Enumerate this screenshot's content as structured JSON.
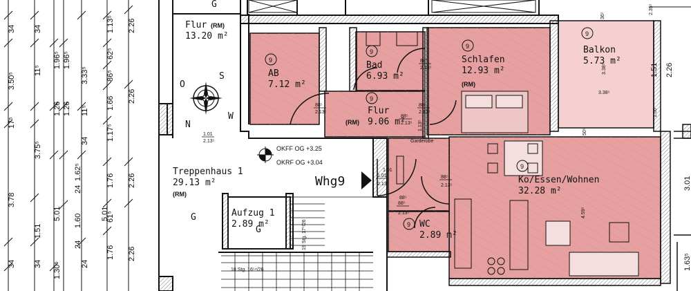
{
  "apartment_label": "Whg9",
  "rooms": [
    {
      "id": "flur-top",
      "name": "Flur",
      "tag": "(RM)",
      "area": "13.20 m²",
      "badge": ""
    },
    {
      "id": "ab",
      "name": "AB",
      "tag": "",
      "area": "7.12 m²",
      "badge": "9"
    },
    {
      "id": "bad",
      "name": "Bad",
      "tag": "",
      "area": "6.93 m²",
      "badge": "9"
    },
    {
      "id": "schlafen",
      "name": "Schlafen",
      "tag": "(RM)",
      "area": "12.93 m²",
      "badge": "9"
    },
    {
      "id": "balkon",
      "name": "Balkon",
      "tag": "",
      "area": "5.73 m²",
      "badge": "9"
    },
    {
      "id": "flur",
      "name": "Flur",
      "tag": "(RM)",
      "area": "9.06 m²",
      "badge": "9"
    },
    {
      "id": "treppenhaus",
      "name": "Treppenhaus 1",
      "tag": "(RM)",
      "area": "29.13 m²",
      "badge": ""
    },
    {
      "id": "aufzug",
      "name": "Aufzug 1",
      "tag": "",
      "area": "2.89 m²",
      "badge": ""
    },
    {
      "id": "wc",
      "name": "WC",
      "tag": "",
      "area": "2.89 m²",
      "badge": "9"
    },
    {
      "id": "ko-essen-wohnen",
      "name": "Ko/Essen/Wohnen",
      "tag": "",
      "area": "32.28 m²",
      "badge": "9"
    }
  ],
  "level_marks": {
    "okff": "OKFF OG +3.25",
    "okrf": "OKRF OG +3.04"
  },
  "compass": {
    "n": "N",
    "o": "O",
    "s": "S",
    "w": "W"
  },
  "g_labels": [
    "G",
    "G",
    "G"
  ],
  "annotations": {
    "garderobe": "Garderobe",
    "stairs_upper": "19 Stg. 17⁰/26",
    "stairs_lower": "18 Stg. 16⁵⁴/26"
  },
  "door_dims": [
    {
      "id": "door-treppe",
      "top": "1.01",
      "bottom": "2.13⁵"
    },
    {
      "id": "door-entry",
      "top": "1.01",
      "bottom": "2.13⁵"
    },
    {
      "id": "door-ab",
      "top": "88⁵",
      "bottom": "2.13⁵"
    },
    {
      "id": "door-flur-r",
      "top": "88⁵",
      "bottom": "2.13⁵"
    },
    {
      "id": "door-bad",
      "top": "88⁵",
      "bottom": "2.13⁵"
    },
    {
      "id": "door-flur-top",
      "top": "88⁵",
      "bottom": "2.13⁵"
    },
    {
      "id": "door-kitchen",
      "top": "88⁵",
      "bottom": "2.13⁵"
    },
    {
      "id": "door-wc",
      "top": "88⁵",
      "bottom": "2.13⁵"
    }
  ],
  "dim_columns": [
    {
      "id": "c1",
      "values": [
        "34",
        "3.50⁵",
        "17⁵",
        "3.78",
        "34"
      ]
    },
    {
      "id": "c2",
      "values": [
        "34",
        "11⁵",
        "3.75⁵",
        "1.51",
        "34"
      ]
    },
    {
      "id": "c3",
      "values": [
        "1.96⁵",
        "1.26",
        "5.01",
        "1.30⁵"
      ]
    },
    {
      "id": "c4",
      "values": [
        "1.96⁵",
        "1.26",
        "1.62⁵",
        "24",
        "1.60",
        "24"
      ]
    },
    {
      "id": "c5",
      "values": [
        "3.33⁵",
        "11⁵",
        "34",
        "5.01",
        "24"
      ]
    },
    {
      "id": "c6",
      "values": [
        "1.13⁵",
        "62⁵",
        "86⁵",
        "1.66",
        "1.17⁵",
        "1.76",
        "61⁵",
        "1.76"
      ]
    },
    {
      "id": "c7",
      "values": [
        "2.26",
        "2.26",
        "2.26",
        "2.26"
      ]
    }
  ],
  "misc_dims": [
    "3.38⁵",
    "3.38⁵",
    "1.51",
    "2.26",
    "1.00",
    "4.59⁵",
    "1.13⁵",
    "3.01",
    "1.63⁵",
    "36⁵",
    "2.35⁵",
    "50⁵",
    "1.01",
    "88⁵"
  ],
  "colors": {
    "room_fill": "#e6a0a0",
    "balkon_fill": "#f6d0d0",
    "wall": "#111111",
    "hatch": "#888888"
  }
}
